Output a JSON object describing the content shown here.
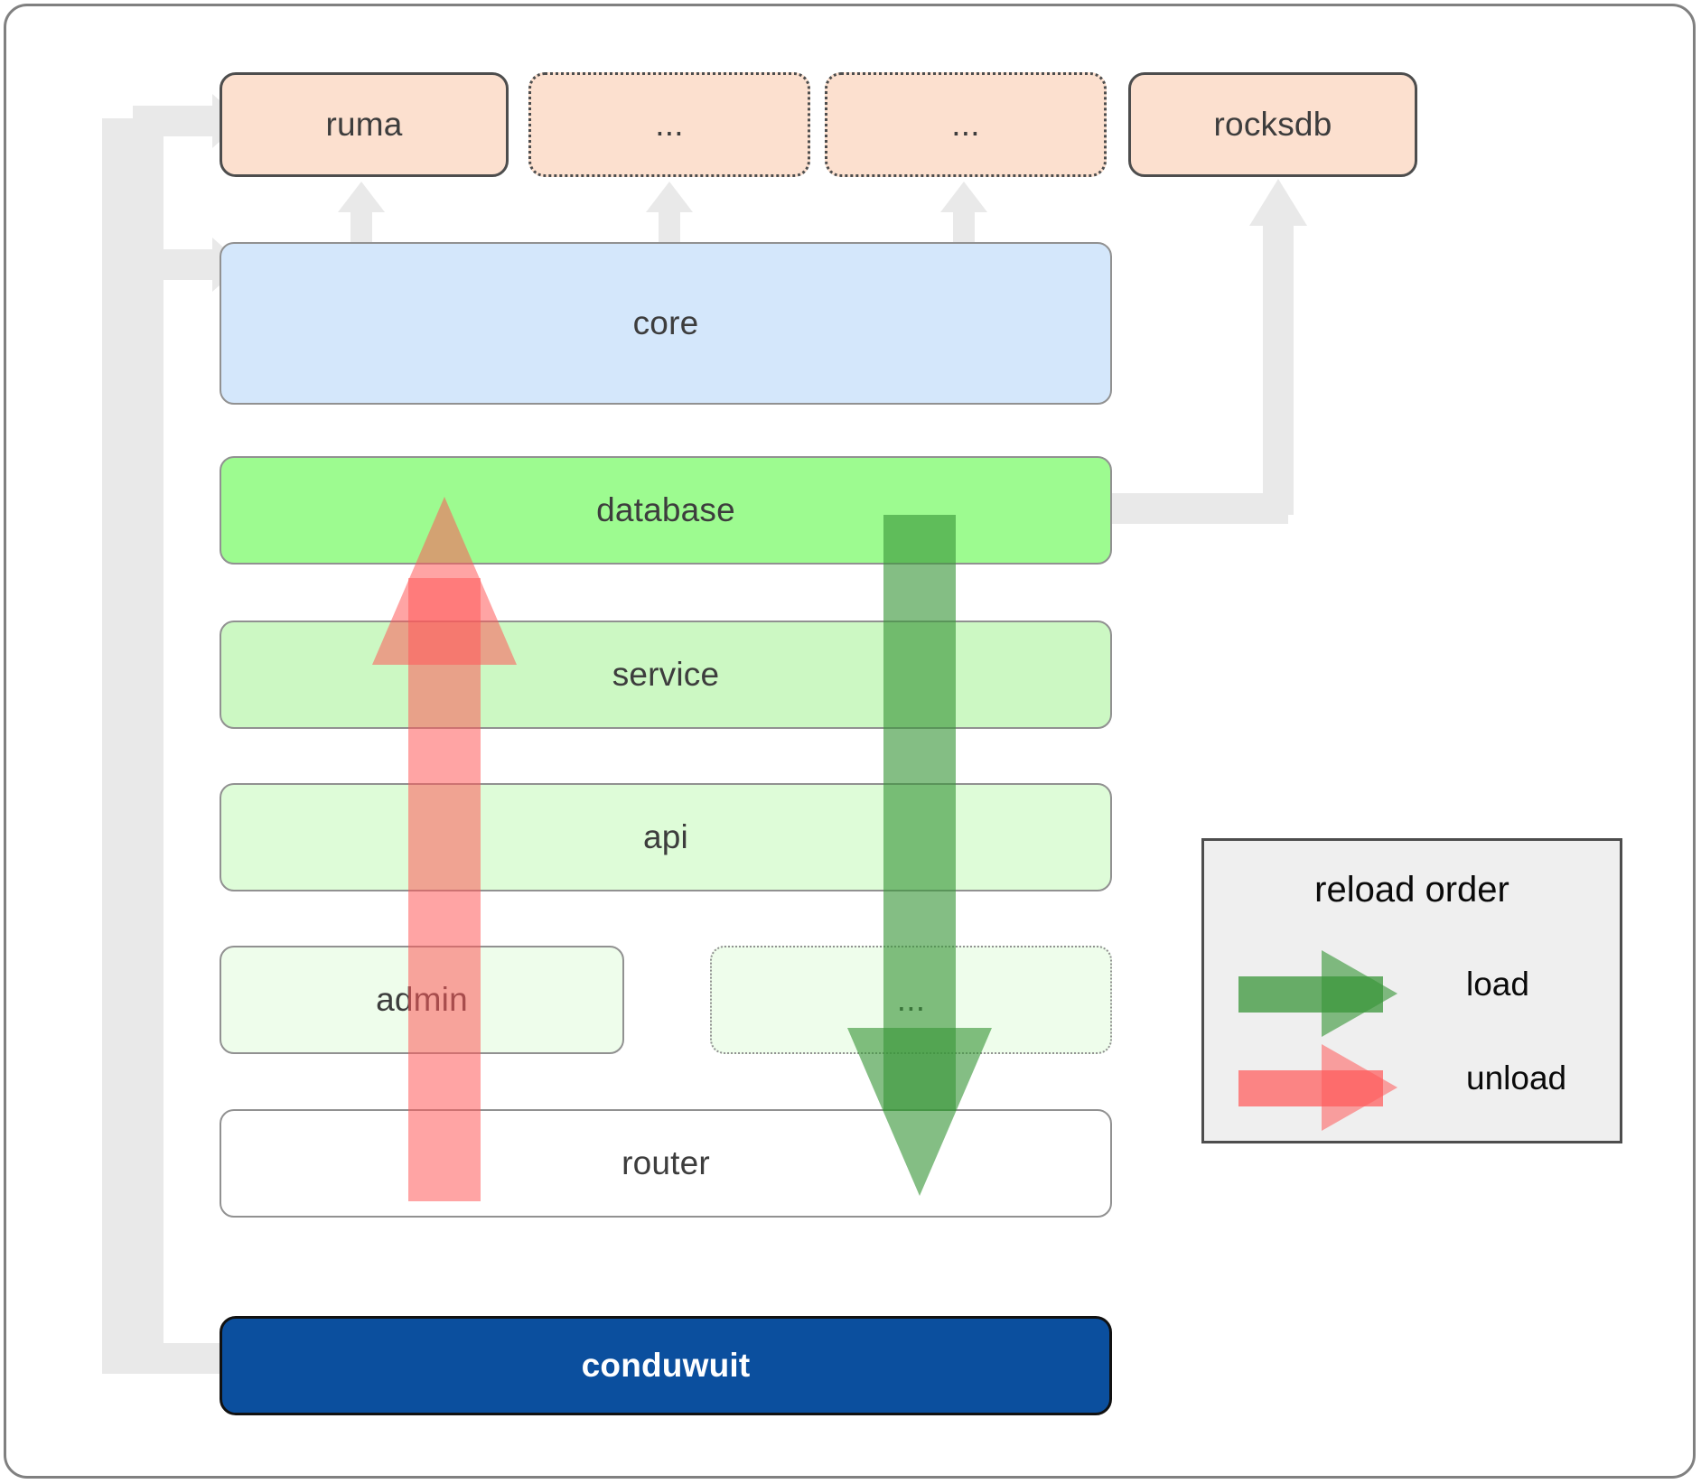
{
  "diagram": {
    "title": "conduwuit crate dependency / reload order diagram",
    "colors": {
      "external_fill": "#fce0cf",
      "core_fill": "#d4e7fb",
      "database_fill": "#9dfb90",
      "service_fill": "#ccf8c3",
      "api_fill": "#defcd8",
      "admin_fill": "#eefdeb",
      "router_fill": "#ffffff",
      "binary_fill": "#0b4f9e",
      "connector": "#e9e9e9",
      "load_arrow": "#399639",
      "unload_arrow": "#ff5a5a",
      "legend_bg": "#efefef",
      "border_dark": "#4d4d4d",
      "border_grey": "#919191"
    },
    "external_row": [
      {
        "label": "ruma",
        "style": "solid"
      },
      {
        "label": "...",
        "style": "dotted"
      },
      {
        "label": "...",
        "style": "dotted"
      },
      {
        "label": "rocksdb",
        "style": "solid"
      }
    ],
    "core": {
      "label": "core"
    },
    "layers": [
      {
        "label": "database"
      },
      {
        "label": "service"
      },
      {
        "label": "api"
      }
    ],
    "sub_row": [
      {
        "label": "admin",
        "style": "solid"
      },
      {
        "label": "...",
        "style": "dotted"
      }
    ],
    "router": {
      "label": "router"
    },
    "binary": {
      "label": "conduwuit"
    }
  },
  "legend": {
    "title": "reload order",
    "items": [
      {
        "label": "load",
        "color": "#399639"
      },
      {
        "label": "unload",
        "color": "#ff5a5a"
      }
    ]
  }
}
